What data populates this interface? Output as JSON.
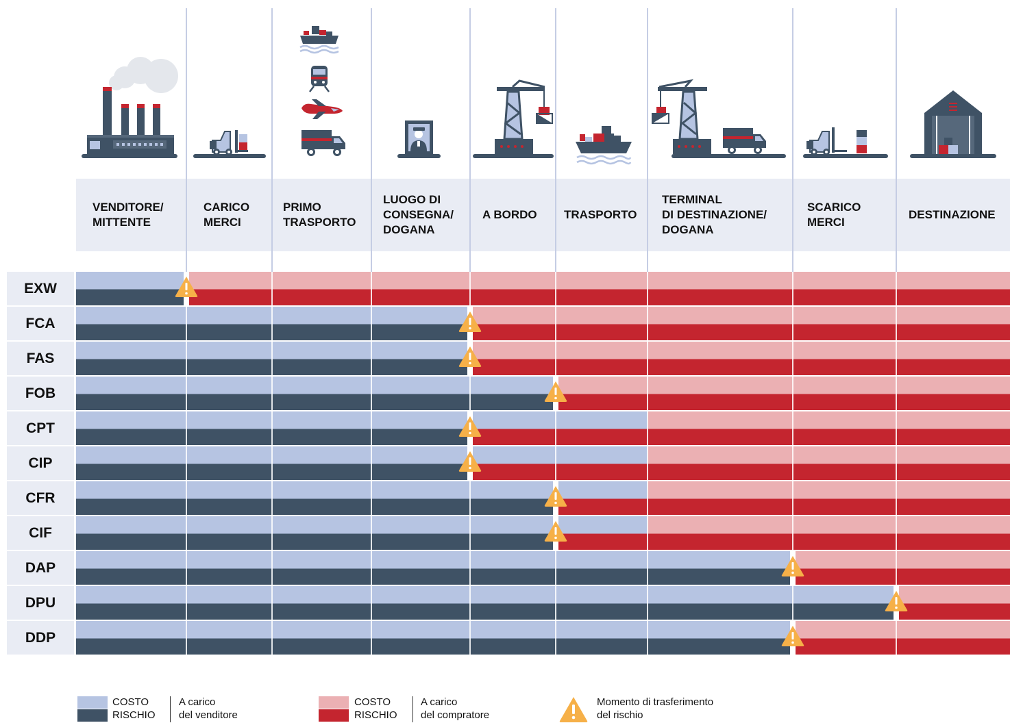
{
  "colors": {
    "seller_cost": "#b6c4e2",
    "seller_risk": "#3f5265",
    "buyer_cost": "#ebb0b3",
    "buyer_risk": "#c4252f",
    "warning": "#f6b048",
    "header_bg": "#e9ecf4",
    "divider": "#c5cde4"
  },
  "stages": [
    {
      "label": "VENDITORE/\nMITTENTE",
      "icon": "factory-icon"
    },
    {
      "label": "CARICO\nMERCI",
      "icon": "forklift-icon"
    },
    {
      "label": "PRIMO\nTRASPORTO",
      "icon": "transport-modes-icon"
    },
    {
      "label": "LUOGO DI\nCONSEGNA/\nDOGANA",
      "icon": "customs-officer-icon"
    },
    {
      "label": "A BORDO",
      "icon": "port-crane-icon"
    },
    {
      "label": "TRASPORTO",
      "icon": "cargo-ship-icon"
    },
    {
      "label": "TERMINAL\nDI DESTINAZIONE/\nDOGANA",
      "icon": "terminal-crane-truck-icon"
    },
    {
      "label": "SCARICO\nMERCI",
      "icon": "forklift-unload-icon"
    },
    {
      "label": "DESTINAZIONE",
      "icon": "warehouse-icon"
    }
  ],
  "incoterms": [
    {
      "code": "EXW",
      "cost_to_stage": 1.0,
      "risk_to_stage": 1.0
    },
    {
      "code": "FCA",
      "cost_to_stage": 4.0,
      "risk_to_stage": 4.0
    },
    {
      "code": "FAS",
      "cost_to_stage": 4.0,
      "risk_to_stage": 4.0
    },
    {
      "code": "FOB",
      "cost_to_stage": 5.0,
      "risk_to_stage": 5.0
    },
    {
      "code": "CPT",
      "cost_to_stage": 6.0,
      "risk_to_stage": 4.0
    },
    {
      "code": "CIP",
      "cost_to_stage": 6.0,
      "risk_to_stage": 4.0
    },
    {
      "code": "CFR",
      "cost_to_stage": 6.0,
      "risk_to_stage": 5.0
    },
    {
      "code": "CIF",
      "cost_to_stage": 6.0,
      "risk_to_stage": 5.0
    },
    {
      "code": "DAP",
      "cost_to_stage": 7.0,
      "risk_to_stage": 7.0
    },
    {
      "code": "DPU",
      "cost_to_stage": 8.0,
      "risk_to_stage": 8.0
    },
    {
      "code": "DDP",
      "cost_to_stage": 7.0,
      "risk_to_stage": 7.0
    }
  ],
  "legend": {
    "seller": {
      "cost": "COSTO",
      "risk": "RISCHIO",
      "desc1": "A carico",
      "desc2": "del venditore"
    },
    "buyer": {
      "cost": "COSTO",
      "risk": "RISCHIO",
      "desc1": "A carico",
      "desc2": "del compratore"
    },
    "transfer": {
      "line1": "Momento di trasferimento",
      "line2": "del rischio"
    }
  }
}
